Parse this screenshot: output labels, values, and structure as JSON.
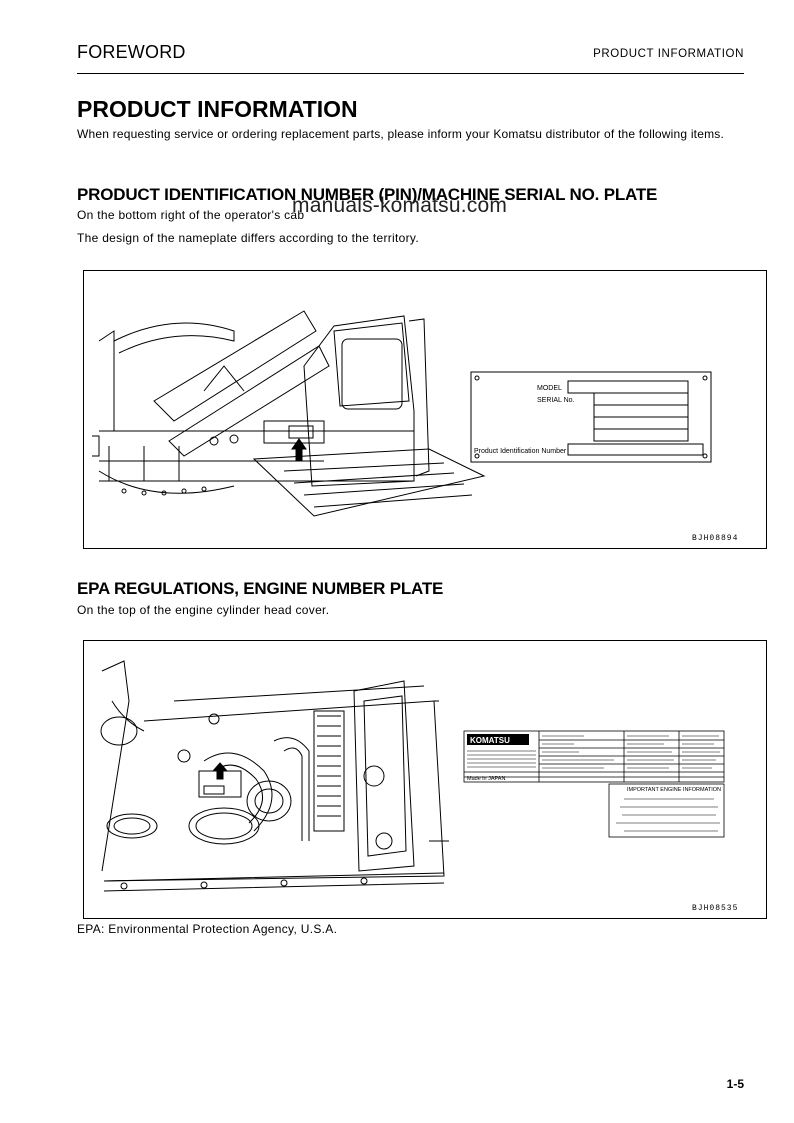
{
  "header": {
    "section": "FOREWORD",
    "chapter": "PRODUCT INFORMATION"
  },
  "page_title": "PRODUCT INFORMATION",
  "intro": "When requesting service or ordering replacement parts, please inform your Komatsu distributor of the following items.",
  "pin_section": {
    "heading": "PRODUCT IDENTIFICATION NUMBER (PIN)/MACHINE SERIAL NO. PLATE",
    "location": "On the bottom right of the operator's cab",
    "note": "The design of the nameplate differs according to the territory.",
    "plate": {
      "model_label": "MODEL",
      "serial_label": "SERIAL No.",
      "pin_label": "Product Identification Number"
    },
    "figure_code": "BJH08894"
  },
  "watermark": "manuals-komatsu.com",
  "epa_section": {
    "heading": "EPA REGULATIONS, ENGINE NUMBER PLATE",
    "location": "On the top of the engine cylinder head cover.",
    "plate": {
      "brand": "KOMATSU",
      "made_in": "Made in JAPAN",
      "info_title": "IMPORTANT ENGINE INFORMATION"
    },
    "figure_code": "BJH08535",
    "footnote": "EPA: Environmental Protection Agency, U.S.A."
  },
  "page_number": "1-5"
}
